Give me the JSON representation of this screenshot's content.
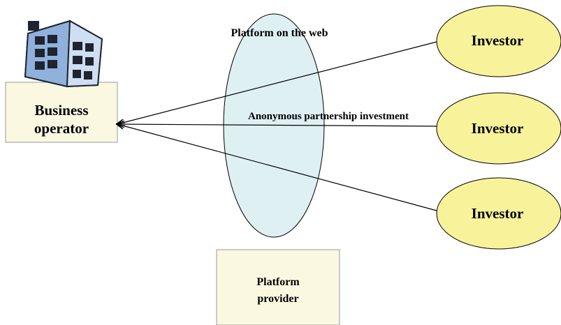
{
  "business_operator": {
    "label_line1": "Business",
    "label_line2": "operator"
  },
  "platform_web": {
    "label": "Platform on the web"
  },
  "investment": {
    "label": "Anonymous partnership investment"
  },
  "investors": [
    {
      "label": "Investor"
    },
    {
      "label": "Investor"
    },
    {
      "label": "Investor"
    }
  ],
  "platform_provider": {
    "label_line1": "Platform",
    "label_line2": "provider"
  },
  "colors": {
    "box_fill": "#fbf8e1",
    "ellipse_fill": "#dff0f3",
    "investor_fill": "#f8f39a",
    "building_blue": "#8fb1dc",
    "building_dark": "#1f2430",
    "stroke": "#000000"
  },
  "icons": {
    "building": "office-building-icon"
  }
}
